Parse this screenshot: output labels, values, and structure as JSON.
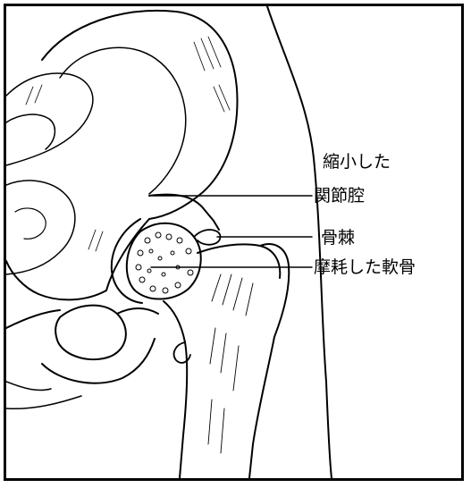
{
  "labels": {
    "reduced": "縮小した",
    "joint_space": "関節腔",
    "bone_spur": "骨棘",
    "worn_cartilage": "摩耗した軟骨"
  },
  "colors": {
    "ink": "#000000",
    "background": "#ffffff"
  }
}
